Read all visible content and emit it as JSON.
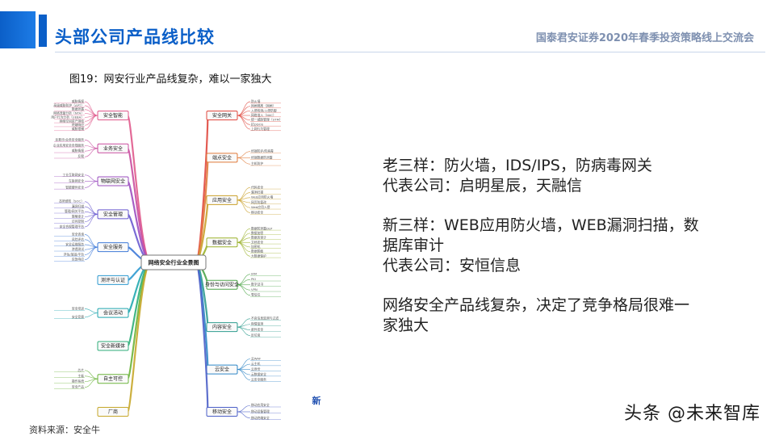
{
  "header": {
    "title": "头部公司产品线比较",
    "conference": "国泰君安证券2020年春季投资策略线上交流会"
  },
  "figure": {
    "caption": "图19：网安行业产品线复杂，难以一家独大",
    "source": "资料来源：安全牛",
    "center": "网络安全行业全景图",
    "left_branches": [
      {
        "label": "安全智能",
        "color": "#e05a8c",
        "leaves": [
          "威胁情报",
          "高级威胁防护（APT）",
          "数据泄露",
          "网络流量分析（NTA）",
          "用户行为分析（UEBA）",
          "网络空间资产测绘",
          "终端响应",
          "威胁猎捕"
        ]
      },
      {
        "label": "业务安全",
        "color": "#c94ea0",
        "leaves": [
          "反欺诈/业务安全服务",
          "企业应用安全合规服务",
          "威胁情报",
          "反爬"
        ]
      },
      {
        "label": "物联网安全",
        "color": "#9c4fc0",
        "leaves": [
          "工业互联网安全",
          "车联网安全",
          "智能硬件安全"
        ]
      },
      {
        "label": "安全管理",
        "color": "#6a5bd0",
        "leaves": [
          "态势感知（SOC）",
          "漏洞扫描",
          "管理/网关平台",
          "策略审计",
          "访问控制",
          "安全合规管理平台"
        ]
      },
      {
        "label": "安全服务",
        "color": "#3f7ad8",
        "leaves": [
          "安全咨询",
          "风险评估",
          "安全运维服务",
          "渗透测试",
          "评估/加固/平台",
          "应急响应"
        ]
      },
      {
        "label": "测评与认证",
        "color": "#2f9ad0",
        "leaves": []
      },
      {
        "label": "会议活动",
        "color": "#22a8b0",
        "leaves": [
          "安全培训",
          "安全竞赛"
        ]
      },
      {
        "label": "安全新媒体",
        "color": "#2fae7a",
        "leaves": []
      },
      {
        "label": "自主可控",
        "color": "#6cb43c",
        "leaves": [
          "芯片",
          "主板",
          "操作系统",
          "安全产品"
        ]
      },
      {
        "label": "厂商",
        "color": "#c6a72a",
        "leaves": []
      }
    ],
    "right_branches": [
      {
        "label": "安全网关",
        "color": "#e0493f",
        "leaves": [
          "防火墙",
          "网闸隔离（网闸）",
          "入侵检测/入侵防御",
          "网络准入（NAC）",
          "统一威胁管理（UTM）",
          "抗DDOS",
          "上网行为管理"
        ]
      },
      {
        "label": "端点安全",
        "color": "#e07a3a",
        "leaves": [
          "终端防护/防病毒",
          "终端数据防泄露",
          "主机防护"
        ]
      },
      {
        "label": "应用安全",
        "color": "#caa02a",
        "leaves": [
          "代码安全",
          "漏洞扫描",
          "Web应用防火墙",
          "网页防篡改",
          "Web应用入侵",
          "移动安全"
        ]
      },
      {
        "label": "数据安全",
        "color": "#9bb22c",
        "leaves": [
          "数据防泄露DLP",
          "数据加密",
          "数据库审计",
          "文档安全",
          "加密机",
          "数据脱敏",
          "大数据保护"
        ]
      },
      {
        "label": "身份与访问安全",
        "color": "#4ea64a",
        "leaves": [
          "IAM",
          "PKI",
          "数字证书",
          "VPN",
          "零信任"
        ]
      },
      {
        "label": "内容安全",
        "color": "#2e9c8e",
        "leaves": [
          "不良信息监测与过滤",
          "舆情监测",
          "邮件安全",
          "反垃圾"
        ]
      },
      {
        "label": "云安全",
        "color": "#2f86c6",
        "leaves": [
          "云WAF",
          "云主机",
          "云身份",
          "云数据安全",
          "云安全服务"
        ]
      },
      {
        "label": "移动安全",
        "color": "#4b5fc8",
        "leaves": [
          "移动应用安全",
          "移动设备管理",
          "移动终端安全"
        ]
      }
    ],
    "stamp": "新"
  },
  "points": [
    {
      "lines": [
        "老三样：防火墙，IDS/IPS，防病毒网关",
        "代表公司：启明星辰，天融信"
      ]
    },
    {
      "lines": [
        "新三样：WEB应用防火墙，WEB漏洞扫描，数",
        "据库审计",
        "代表公司：安恒信息"
      ]
    },
    {
      "lines": [
        "网络安全产品线复杂，决定了竞争格局很难一",
        "家独大"
      ]
    }
  ],
  "watermark": "头条 @未来智库"
}
